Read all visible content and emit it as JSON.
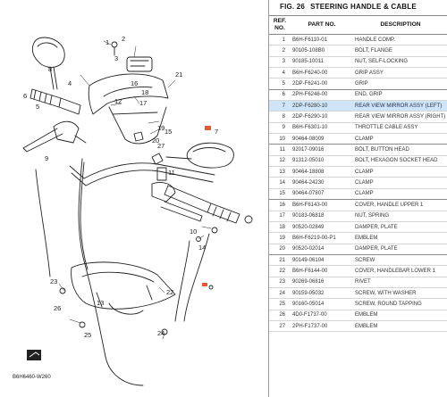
{
  "diagram": {
    "stamp": "B6H6460-W260",
    "callouts": [
      "1",
      "2",
      "3",
      "4",
      "5",
      "6",
      "7",
      "8",
      "9",
      "10",
      "11",
      "12",
      "13",
      "14",
      "15",
      "16",
      "17",
      "18",
      "19",
      "20",
      "21",
      "22",
      "23",
      "24",
      "25",
      "26",
      "27"
    ]
  },
  "figure": {
    "label": "FIG. 26",
    "title": "STEERING HANDLE & CABLE"
  },
  "table": {
    "headers": {
      "ref": "REF. NO.",
      "part": "PART NO.",
      "desc": "DESCRIPTION"
    },
    "highlight_ref": "7",
    "rows": [
      {
        "ref": "1",
        "part": "B6H-F6110-01",
        "desc": "HANDLE COMP."
      },
      {
        "ref": "2",
        "part": "90105-108B0",
        "desc": "BOLT, FLANGE"
      },
      {
        "ref": "3",
        "part": "90185-10011",
        "desc": "NUT, SELF-LOCKING"
      },
      {
        "ref": "4",
        "part": "B6H-F6240-00",
        "desc": "GRIP ASSY"
      },
      {
        "ref": "5",
        "part": "2DP-F6241-00",
        "desc": "GRIP"
      },
      {
        "ref": "6",
        "part": "2PH-F6246-00",
        "desc": "END, GRIP"
      },
      {
        "ref": "7",
        "part": "2DP-F6280-10",
        "desc": "REAR VIEW MIRROR ASSY (LEFT)"
      },
      {
        "ref": "8",
        "part": "2DP-F6290-10",
        "desc": "REAR VIEW MIRROR ASSY (RIGHT)"
      },
      {
        "ref": "9",
        "part": "B6H-F6301-10",
        "desc": "THROTTLE CABLE ASSY"
      },
      {
        "ref": "10",
        "part": "90464-08009",
        "desc": "CLAMP"
      },
      {
        "ref": "11",
        "part": "92017-09016",
        "desc": "BOLT, BUTTON HEAD"
      },
      {
        "ref": "12",
        "part": "91312-05010",
        "desc": "BOLT, HEXAGON SOCKET HEAD"
      },
      {
        "ref": "13",
        "part": "90464-18808",
        "desc": "CLAMP"
      },
      {
        "ref": "14",
        "part": "90464-24230",
        "desc": "CLAMP"
      },
      {
        "ref": "15",
        "part": "90464-07807",
        "desc": "CLAMP"
      },
      {
        "ref": "16",
        "part": "B6H-F6143-00",
        "desc": "COVER, HANDLE UPPER 1"
      },
      {
        "ref": "17",
        "part": "90183-06818",
        "desc": "NUT, SPRING"
      },
      {
        "ref": "18",
        "part": "90520-02849",
        "desc": "DAMPER, PLATE"
      },
      {
        "ref": "19",
        "part": "B6H-F6219-00-P1",
        "desc": "EMBLEM"
      },
      {
        "ref": "20",
        "part": "90520-02014",
        "desc": "DAMPER, PLATE"
      },
      {
        "ref": "21",
        "part": "90149-06104",
        "desc": "SCREW"
      },
      {
        "ref": "22",
        "part": "B6H-F6144-00",
        "desc": "COVER, HANDLEBAR LOWER 1"
      },
      {
        "ref": "23",
        "part": "90269-06816",
        "desc": "RIVET"
      },
      {
        "ref": "24",
        "part": "90159-05032",
        "desc": "SCREW, WITH WASHER"
      },
      {
        "ref": "25",
        "part": "90160-05014",
        "desc": "SCREW, ROUND TAPPING"
      },
      {
        "ref": "26",
        "part": "4D0-F1737-00",
        "desc": "EMBLEM"
      },
      {
        "ref": "27",
        "part": "2PH-F1737-00",
        "desc": "EMBLEM"
      }
    ]
  }
}
